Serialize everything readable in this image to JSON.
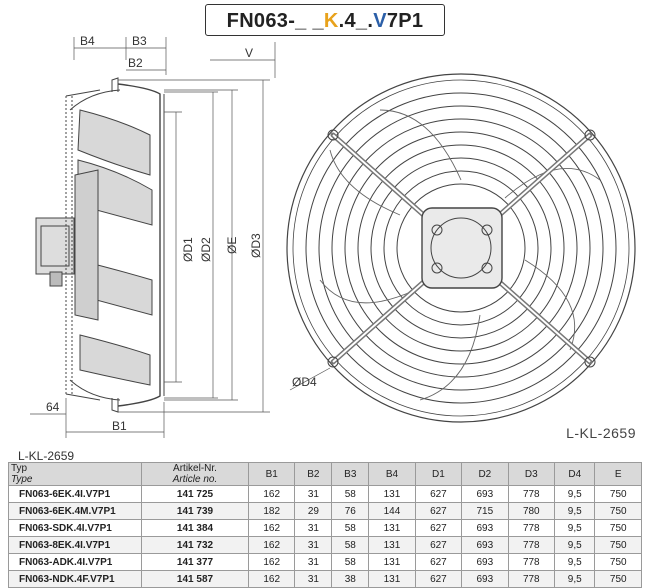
{
  "title": {
    "prefix": "FN063-_ _",
    "k": "K",
    "mid": ".4_.",
    "v": "V",
    "suffix": "7P1"
  },
  "drawing": {
    "dims": {
      "b4": "B4",
      "b3": "B3",
      "b2": "B2",
      "v": "V",
      "d1": "ØD1",
      "d2": "ØD2",
      "e": "ØE",
      "d3": "ØD3",
      "d4": "ØD4",
      "dim64": "64",
      "b1": "B1"
    },
    "ref_code": "L-KL-2659"
  },
  "table_caption": "L-KL-2659",
  "table": {
    "headers": [
      {
        "main": "Typ",
        "sub": "Type"
      },
      {
        "main": "Artikel-Nr.",
        "sub": "Article no."
      },
      {
        "main": "B1"
      },
      {
        "main": "B2"
      },
      {
        "main": "B3"
      },
      {
        "main": "B4"
      },
      {
        "main": "D1"
      },
      {
        "main": "D2"
      },
      {
        "main": "D3"
      },
      {
        "main": "D4"
      },
      {
        "main": "E"
      }
    ],
    "rows": [
      [
        "FN063-6EK.4I.V7P1",
        "141 725",
        "162",
        "31",
        "58",
        "131",
        "627",
        "693",
        "778",
        "9,5",
        "750"
      ],
      [
        "FN063-6EK.4M.V7P1",
        "141 739",
        "182",
        "29",
        "76",
        "144",
        "627",
        "715",
        "780",
        "9,5",
        "750"
      ],
      [
        "FN063-SDK.4I.V7P1",
        "141 384",
        "162",
        "31",
        "58",
        "131",
        "627",
        "693",
        "778",
        "9,5",
        "750"
      ],
      [
        "FN063-8EK.4I.V7P1",
        "141 732",
        "162",
        "31",
        "58",
        "131",
        "627",
        "693",
        "778",
        "9,5",
        "750"
      ],
      [
        "FN063-ADK.4I.V7P1",
        "141 377",
        "162",
        "31",
        "58",
        "131",
        "627",
        "693",
        "778",
        "9,5",
        "750"
      ],
      [
        "FN063-NDK.4F.V7P1",
        "141 587",
        "162",
        "31",
        "38",
        "131",
        "627",
        "693",
        "778",
        "9,5",
        "750"
      ]
    ]
  }
}
